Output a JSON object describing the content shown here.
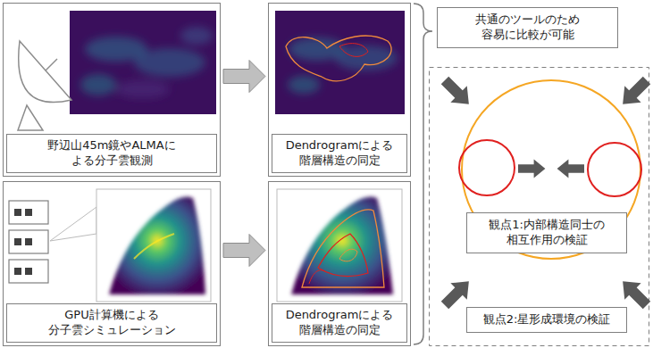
{
  "diagram": {
    "nodes": [
      {
        "text": [
          "野辺山45m鏡やALMAに よる分子雲観測"
        ]
      },
      {
        "text": [
          "Dendrogramによる 階層構造の同定"
        ]
      },
      {
        "text": [
          "GPU計算機による 分子雲シミュレーション"
        ]
      },
      {
        "text": [
          "Dendrogramによる 階層構造の同定"
        ]
      },
      {
        "text": [
          "共通のツールのため 容易に比較が可能"
        ]
      },
      {
        "text": [
          "観点1:内部構造同士の 相互作用の検証"
        ]
      },
      {
        "text": [
          "観点2:星形成環境の検証"
        ]
      }
    ],
    "edges": [
      {
        "from": 0,
        "to": 1,
        "arrow": "to"
      },
      {
        "from": 2,
        "to": 3,
        "arrow": "to"
      }
    ]
  }
}
